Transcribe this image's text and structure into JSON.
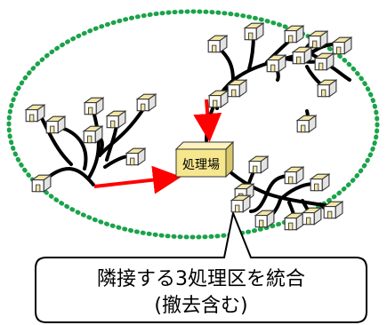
{
  "diagram": {
    "facility_label": "処理場",
    "callout_line1": "隣接する3処理区を統合",
    "callout_line2": "(撤去含む)"
  },
  "colors": {
    "boundary": "#1aa34a",
    "pipe": "#000000",
    "flow_arrow": "#ff0000",
    "house_roof": "#f3e6a6",
    "house_wall": "#ffffff",
    "facility_front": "#f6e78e",
    "callout_border": "#000000"
  },
  "icons": {
    "house": "house-icon",
    "facility": "treatment-plant-box-icon"
  }
}
